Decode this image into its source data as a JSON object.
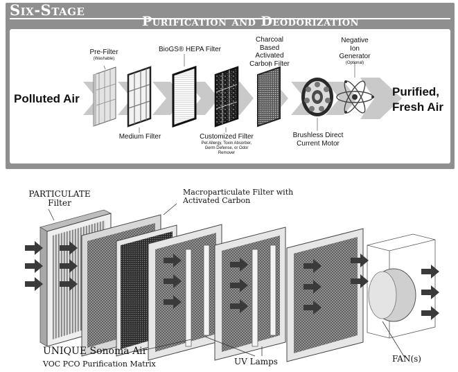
{
  "top_panel": {
    "title_line_1": "Six-Stage",
    "title_line_2": "Purification and Deodorization",
    "input_label": "Polluted Air",
    "output_label": "Purified, Fresh Air",
    "stages": [
      {
        "label": "Pre-Filter",
        "note": "(Washable)"
      },
      {
        "label": "Medium Filter"
      },
      {
        "label": "BioGS® HEPA Filter"
      },
      {
        "label": "Customized Filter",
        "note": "Pet Allergy, Toxin Absorber, Germ Defense, or Odor Remover"
      },
      {
        "label": "Charcoal Based Activated Carbon Filter"
      },
      {
        "label": "Brushless Direct Current Motor"
      },
      {
        "label": "Negative Ion Generator",
        "note": "(Optional)"
      }
    ]
  },
  "bottom_panel": {
    "particulate_filter": "PARTICULATE Filter",
    "macro_filter": "Macroparticulate Filter with Activated Carbon",
    "matrix_title": "UNIQUE Sonoma Air",
    "matrix_subtitle": "VOC PCO Purification Matrix",
    "uv_lamps": "UV Lamps",
    "fans": "FAN(s)"
  },
  "colors": {
    "band": "#8f8f8f",
    "chevron": "#c9c9c9",
    "arrow": "#3a3a3a"
  }
}
